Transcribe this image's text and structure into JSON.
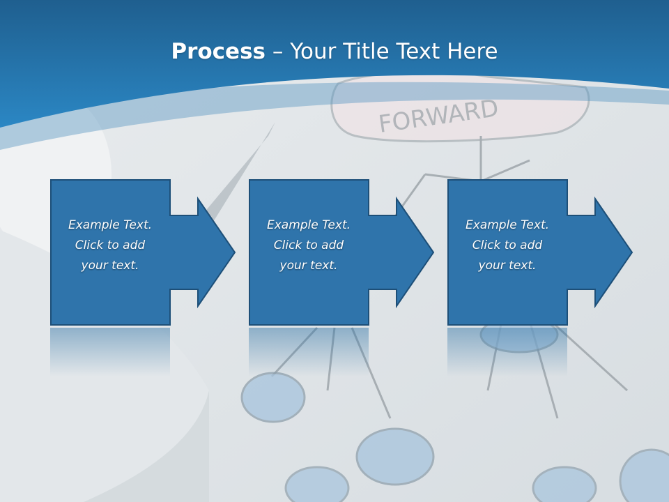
{
  "slide": {
    "title_bold": "Process",
    "title_rest": " – Your Title Text Here"
  },
  "steps": [
    {
      "line1": "Example Text.",
      "line2": "Click  to add",
      "line3": "your text."
    },
    {
      "line1": "Example Text.",
      "line2": "Click  to add",
      "line3": "your text."
    },
    {
      "line1": "Example Text.",
      "line2": "Click  to add",
      "line3": "your text."
    }
  ],
  "colors": {
    "header_blue": "#2a7bb5",
    "box_fill": "#2f74ab",
    "box_stroke": "#1d4f78",
    "text": "#ffffff"
  }
}
